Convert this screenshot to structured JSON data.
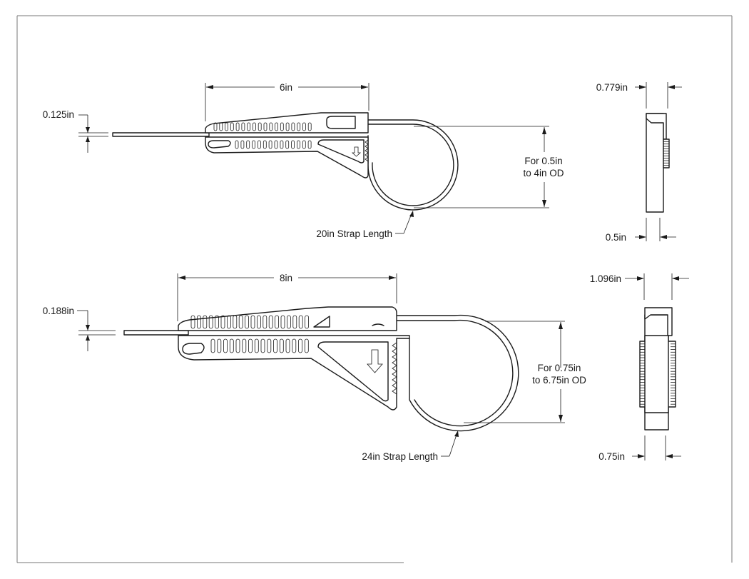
{
  "small_wrench": {
    "handle_length": "6in",
    "strap_thickness": "0.125in",
    "od_range_line1": "For 0.5in",
    "od_range_line2": "to 4in OD",
    "strap_length": "20in Strap Length",
    "side_width": "0.779in",
    "side_strap_width": "0.5in"
  },
  "large_wrench": {
    "handle_length": "8in",
    "strap_thickness": "0.188in",
    "od_range_line1": "For 0.75in",
    "od_range_line2": "to 6.75in OD",
    "strap_length": "24in Strap Length",
    "side_width": "1.096in",
    "side_strap_width": "0.75in"
  },
  "icons": [
    "down-arrow-icon"
  ]
}
